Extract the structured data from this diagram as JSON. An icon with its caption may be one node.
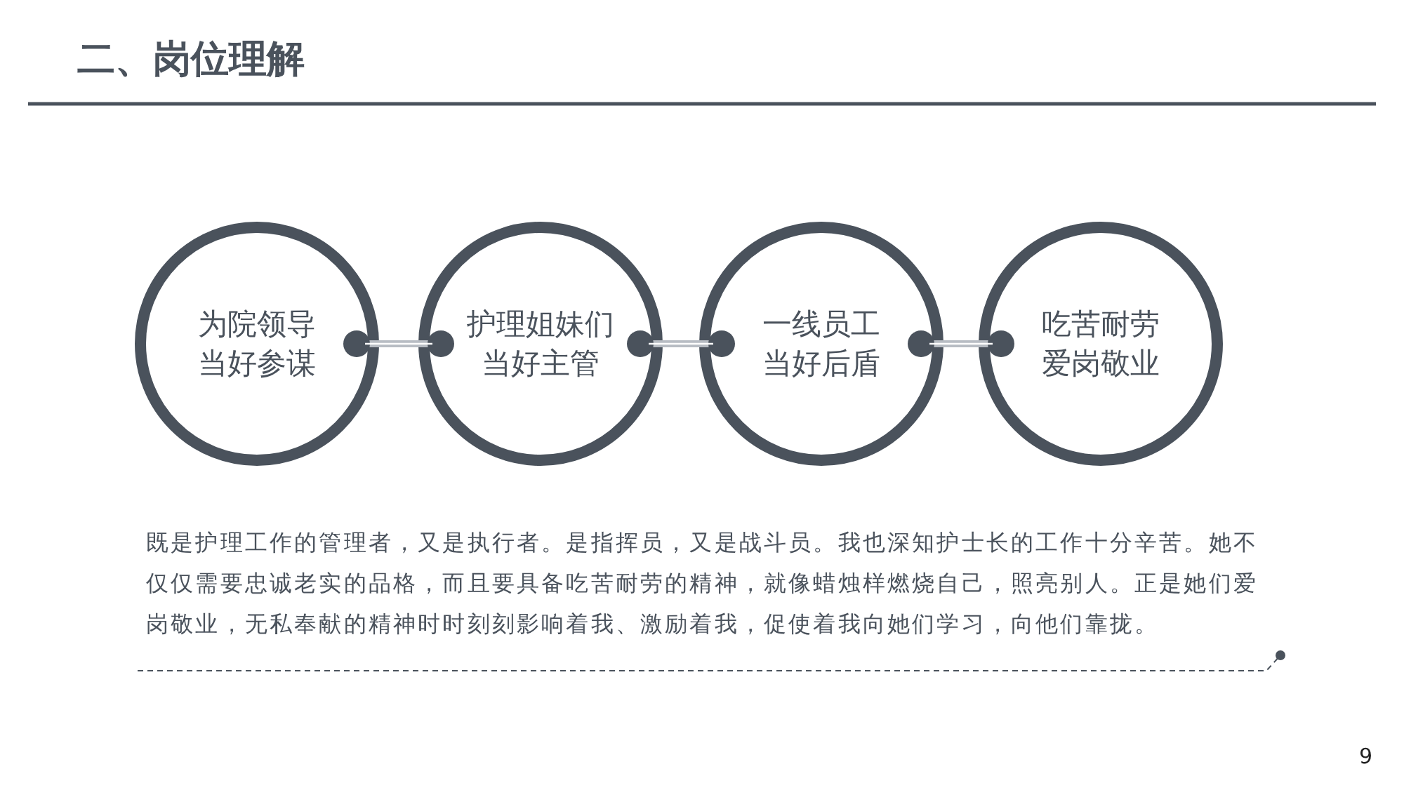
{
  "diagram": {
    "title": "二、岗位理解",
    "nodes": [
      {
        "text": [
          "为院领导当好参谋"
        ]
      },
      {
        "text": [
          "护理姐妹们当好主管"
        ]
      },
      {
        "text": [
          "一线员工当好后盾"
        ]
      },
      {
        "text": [
          "吃苦耐劳爱岗敬业"
        ]
      }
    ],
    "edges": [
      {
        "from": 0,
        "to": 1,
        "arrow": "other"
      },
      {
        "from": 1,
        "to": 2,
        "arrow": "other"
      },
      {
        "from": 2,
        "to": 3,
        "arrow": "other"
      }
    ],
    "labels": [
      "既是护理工作的管理者，又是执行者。是指挥员，又是战斗员。我也深知护士长的工作十分辛苦。她不仅仅需要忠诚老实的品格，而且要具备吃苦耐劳的精神，就像蜡烛样燃烧自己，照亮别人。正是她们爱岗敬业，无私奉献的精神时时刻刻影响着我、激励着我，促使着我向她们学习，向他们靠拢。",
      "9"
    ]
  }
}
